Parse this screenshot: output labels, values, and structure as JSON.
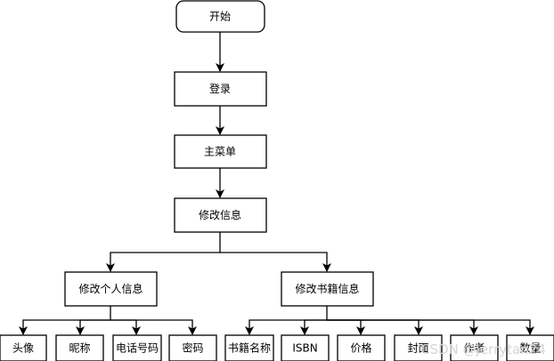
{
  "nodes": {
    "start": "开始",
    "login": "登录",
    "main_menu": "主菜单",
    "edit_info": "修改信息",
    "edit_personal": "修改个人信息",
    "edit_book": "修改书籍信息",
    "avatar": "头像",
    "nickname": "昵称",
    "phone": "电话号码",
    "password": "密码",
    "book_name": "书籍名称",
    "isbn": "ISBN",
    "price": "价格",
    "cover": "封面",
    "author": "作者",
    "quantity": "数量"
  },
  "watermark": "CSDN @Jerrytan24",
  "colors": {
    "stroke": "#000000",
    "fill": "#ffffff",
    "text": "#000000",
    "watermark": "#d6d6d6"
  }
}
